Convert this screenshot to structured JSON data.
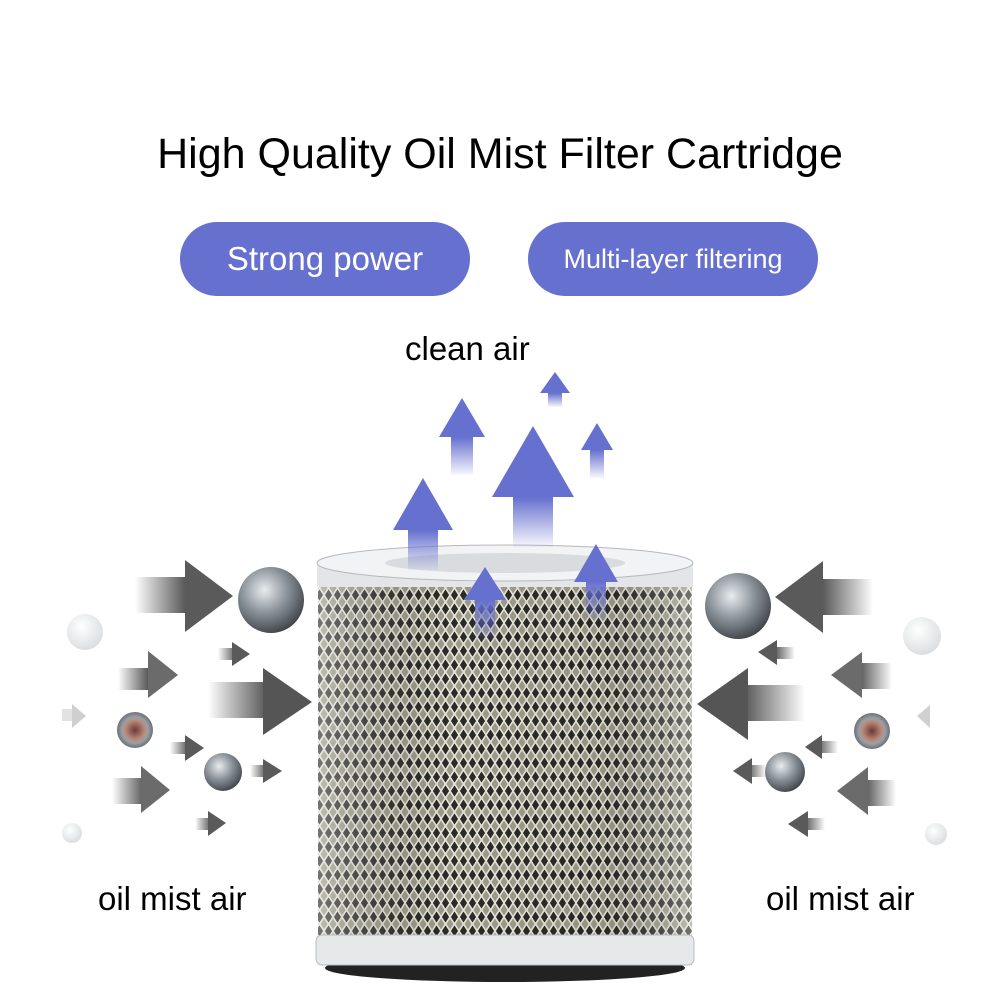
{
  "header": {
    "title": "High Quality Oil Mist Filter Cartridge"
  },
  "features": [
    {
      "label": "Strong power"
    },
    {
      "label": "Multi-layer filtering"
    }
  ],
  "diagram": {
    "output_label": "clean air",
    "input_label_left": "oil mist air",
    "input_label_right": "oil mist air",
    "product": "oil mist filter cartridge",
    "icons": [
      "up-arrow-icon",
      "right-arrow-icon",
      "left-arrow-icon",
      "particle-icon"
    ]
  },
  "colors": {
    "accent": "#6670cf",
    "arrow_gray": "#5a5a5a",
    "text": "#000000",
    "background": "#ffffff"
  }
}
